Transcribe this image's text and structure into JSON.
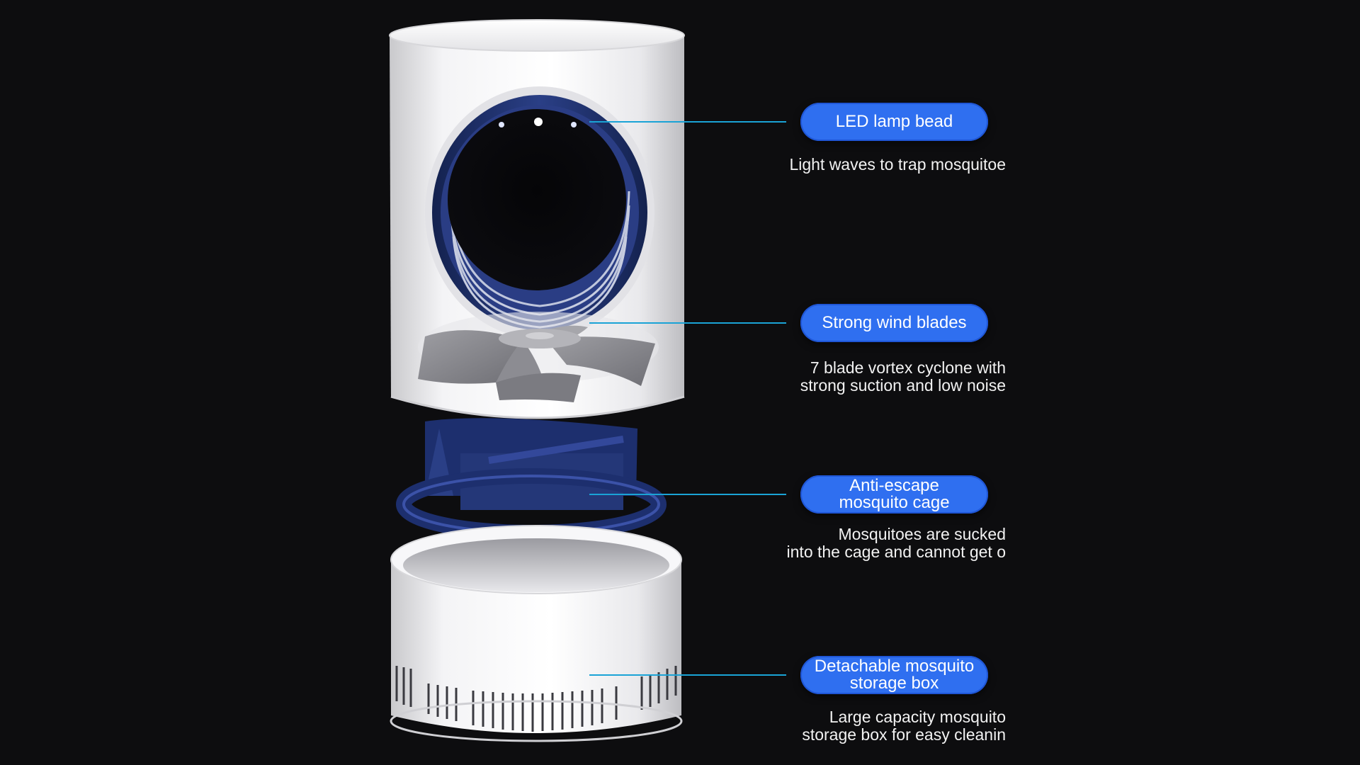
{
  "callouts": [
    {
      "label": "LED lamp bead",
      "description": "Light waves to trap mosquitoe"
    },
    {
      "label": "Strong wind blades",
      "description": "7 blade vortex cyclone with\nstrong suction and low noise"
    },
    {
      "label": "Anti-escape\nmosquito cage",
      "description": "Mosquitoes are sucked\ninto the cage and cannot get o"
    },
    {
      "label": "Detachable mosquito\nstorage box",
      "description": "Large capacity mosquito\nstorage box for easy cleanin"
    }
  ],
  "colors": {
    "background": "#0d0d0f",
    "callout_fill": "#2f6ff0",
    "leader_line": "#1aa3d6",
    "navy_part": "#1d2f6e",
    "white_shell": "#f1f1f3"
  }
}
